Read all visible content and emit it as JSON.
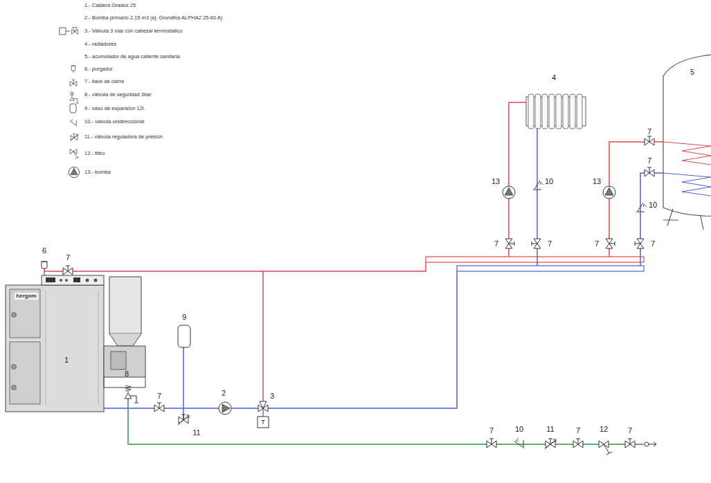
{
  "diagram": {
    "labels": [
      "4",
      "5",
      "7",
      "7",
      "13",
      "13",
      "10",
      "10",
      "7",
      "7",
      "7",
      "7",
      "6",
      "7",
      "9",
      "8",
      "7",
      "2",
      "3",
      "1",
      "hergom",
      "T",
      "11",
      "7",
      "10",
      "11",
      "7",
      "12",
      "7"
    ],
    "legend": [
      {
        "text": "1.- Caldera Grados 25"
      },
      {
        "text": "2.- Bomba primario 2,15 m3 (ej. Grundfos ALPHA2 25-60 A)"
      },
      {
        "text": "3.- Valvula 3 vias con cabezal termostatico"
      },
      {
        "text": "4.- radiadores"
      },
      {
        "text": "5.- acumulador de agua caliente sanitaria"
      },
      {
        "text": "6.- purgador"
      },
      {
        "text": "7.- llave de cierre"
      },
      {
        "text": "8.- válvula de seguridad 3bar"
      },
      {
        "text": "9.- vaso de expansión 12l."
      },
      {
        "text": "10.- válvula unidireccional"
      },
      {
        "text": "11.- válvula reguladora de presión"
      },
      {
        "text": "12.- filtro"
      },
      {
        "text": "13.- bomba"
      }
    ]
  }
}
